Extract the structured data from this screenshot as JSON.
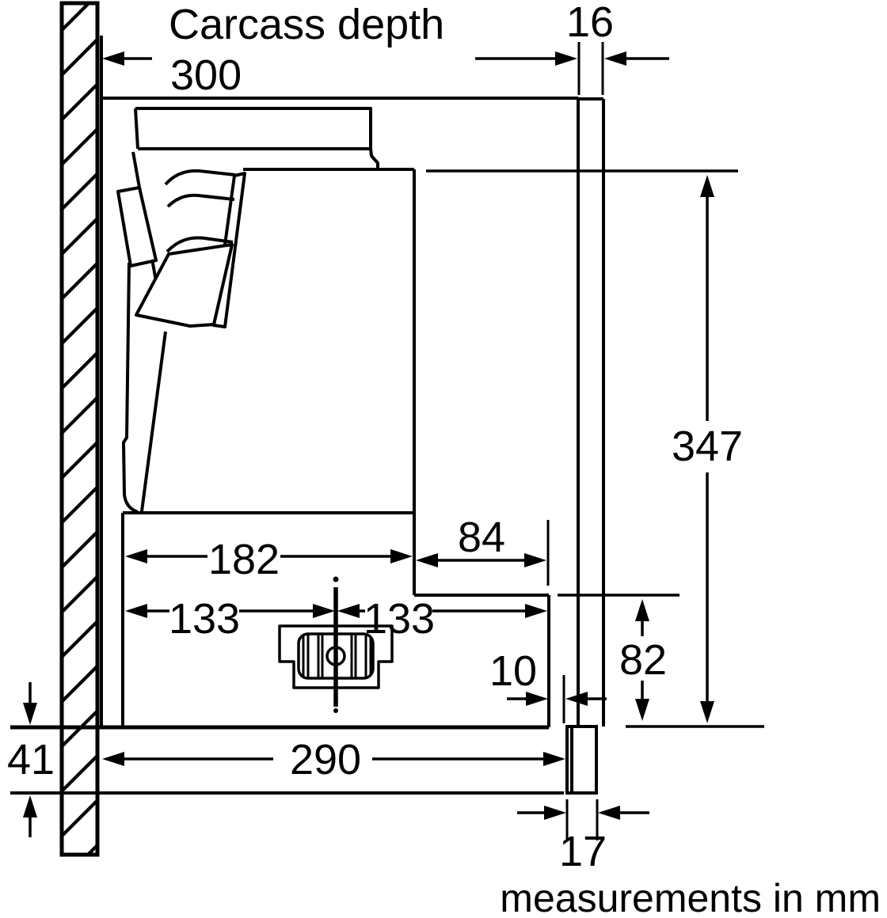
{
  "diagram": {
    "title": "Carcass depth",
    "unit_note": "measurements in mm",
    "colors": {
      "line": "#000000",
      "background": "#ffffff"
    },
    "dimensions": {
      "carcass_depth_mm": "300",
      "front_panel_thickness_mm": "16",
      "chimney_height_mm": "347",
      "body_depth_mm": "182",
      "rear_recess_mm": "84",
      "center_to_front_mm": "133",
      "center_to_rear_mm": "133",
      "panel_gap_mm": "10",
      "lower_section_height_mm": "82",
      "bottom_clearance_mm": "41",
      "pullout_depth_mm": "290",
      "handle_depth_mm": "17"
    }
  }
}
